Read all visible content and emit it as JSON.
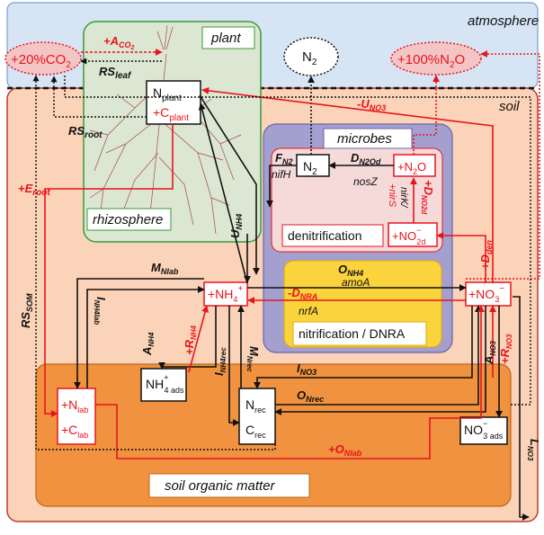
{
  "regions": {
    "atmosphere": "atmosphere",
    "soil": "soil",
    "plant": "plant",
    "rhizosphere": "rhizosphere",
    "microbes": "microbes",
    "denitrification": "denitrification",
    "nitrification_dnra": "nitrification / DNRA",
    "soil_organic_matter": "soil organic matter"
  },
  "atm_pools": {
    "co2_pct": "+20%CO",
    "co2_sub": "2",
    "n2": "N",
    "n2_sub": "2",
    "n2o_pct": "+100%N",
    "n2o_sub": "2",
    "n2o_tail": "O"
  },
  "pools": {
    "nplant": "N",
    "nplant_sub": "plant",
    "cplant": "+C",
    "cplant_sub": "plant",
    "n2_mic": "N",
    "n2_mic_sub": "2",
    "n2o_mic": "+N",
    "n2o_mic_sub": "2",
    "n2o_mic_tail": "O",
    "no2d": "+NO",
    "no2d_sup": "−",
    "no2d_sub": "2d",
    "nh4": "+NH",
    "nh4_sub": "4",
    "nh4_sup": "+",
    "no3": "+NO",
    "no3_sub": "3",
    "no3_sup": "−",
    "nlab": "+N",
    "nlab_sub": "lab",
    "clab": "+C",
    "clab_sub": "lab",
    "nh4ads": "NH",
    "nh4ads_sub": "4 ads",
    "nh4ads_sup": "+",
    "nrec": "N",
    "nrec_sub": "rec",
    "crec": "C",
    "crec_sub": "rec",
    "no3ads": "NO",
    "no3ads_sub": "3 ads",
    "no3ads_sup": "−"
  },
  "fluxes": {
    "aco2": "+A",
    "aco2_sub": "CO",
    "aco2_sub2": "2",
    "rsleaf": "RS",
    "rsleaf_sub": "leaf",
    "rsroot": "RS",
    "rsroot_sub": "root",
    "eroot": "+E",
    "eroot_sub": "root",
    "rssom": "RS",
    "rssom_sub": "SOM",
    "uno3": "-U",
    "uno3_sub": "NO3",
    "unh4": "U",
    "unh4_sub": "NH4",
    "fn2": "F",
    "fn2_sub": "N2",
    "nifh": "nifH",
    "dn2od": "D",
    "dn2od_sub": "N2Od",
    "nosz": "nosZ",
    "dno2d": "+D",
    "dno2d_sub": "NO2d",
    "nirk": "nirK/",
    "nirs": "+nirS",
    "dden": "+D",
    "dden_sub": "den",
    "mnlab": "M",
    "mnlab_sub": "Nlab",
    "onh4": "O",
    "onh4_sub": "NH4",
    "amoa": "amoA",
    "dnra": "-D",
    "dnra_sub": "NRA",
    "nrfa": "nrfA",
    "inh4lab": "I",
    "inh4lab_sub": "NH4lab",
    "anh4": "A",
    "anh4_sub": "NH4",
    "rnh4": "+R",
    "rnh4_sub": "NH4",
    "inh4rec": "I",
    "inh4rec_sub": "NH4rec",
    "mnrec": "M",
    "mnrec_sub": "Nrec",
    "ino3": "I",
    "ino3_sub": "NO3",
    "ono3": "A",
    "ono3_sub": "NO3",
    "rno3": "+R",
    "rno3_sub": "NO3",
    "onrec": "O",
    "onrec_sub": "Nrec",
    "onlab": "+O",
    "onlab_sub": "Nlab",
    "lno3": "L",
    "lno3_sub": "NO3"
  },
  "colors": {
    "atmosphere_fill": "#d6e4f4",
    "soil_fill": "#fbd3b8",
    "plant_fill": "#dbe7d2",
    "microbes_fill": "#a39fcf",
    "denit_fill": "#f6dada",
    "nitri_fill": "#fbd33c",
    "som_fill": "#f0923f",
    "red": "#e8141b",
    "black": "#111111"
  }
}
